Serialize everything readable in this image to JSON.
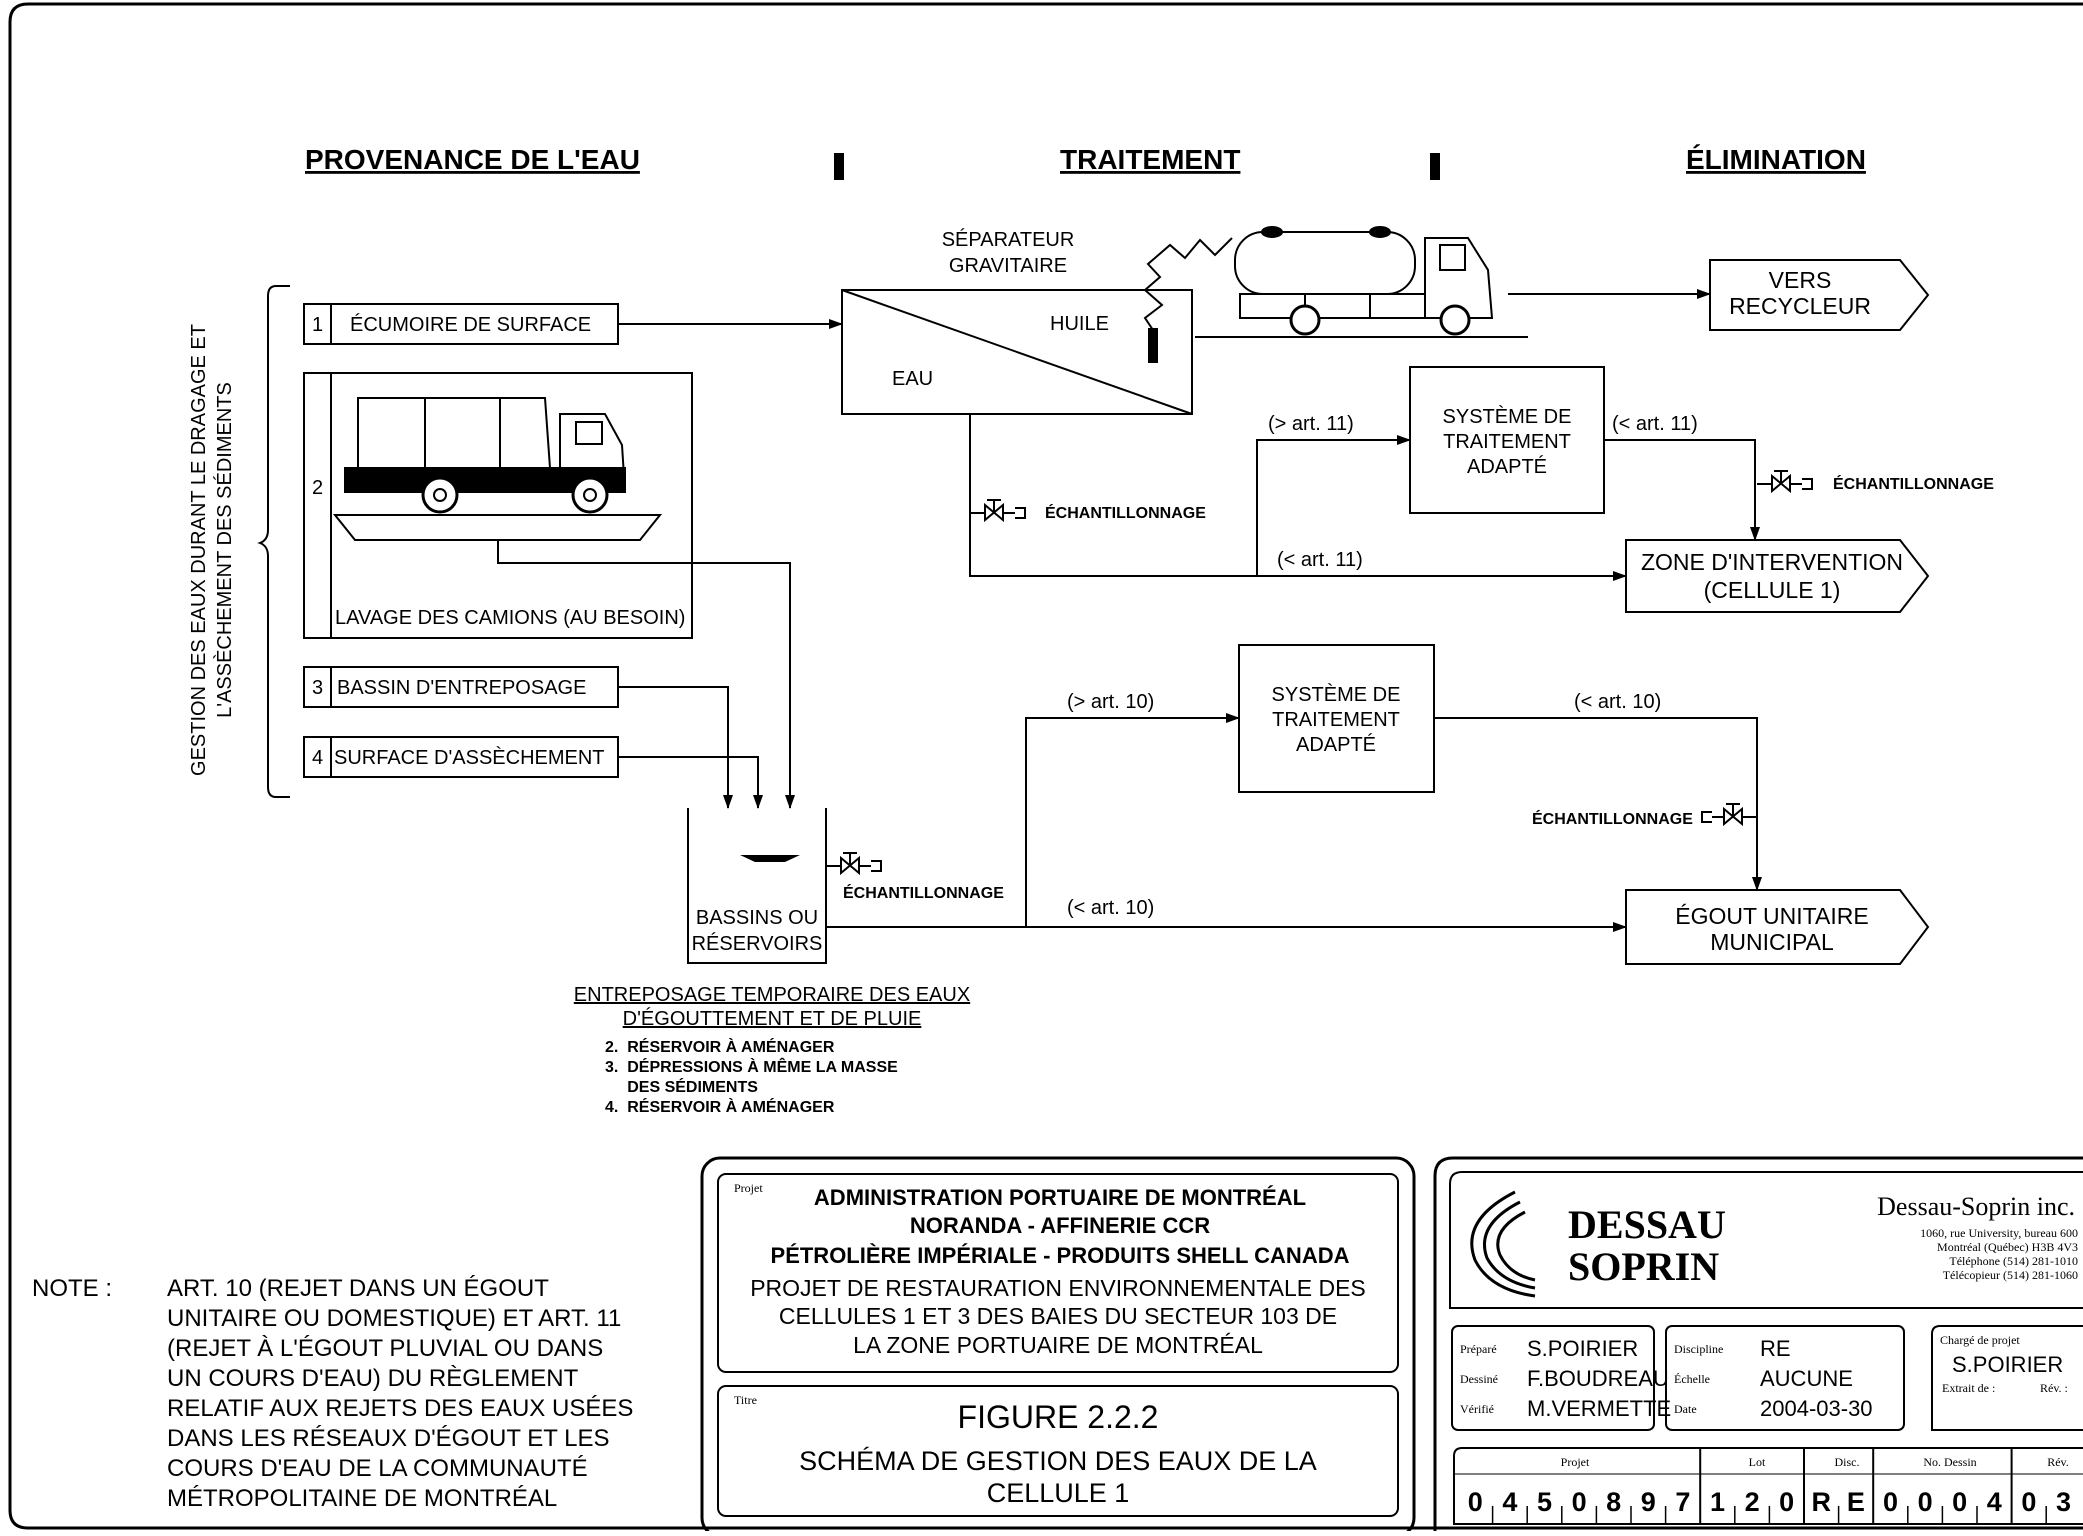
{
  "headers": {
    "source": "PROVENANCE DE L'EAU",
    "treatment": "TRAITEMENT",
    "disposal": "ÉLIMINATION"
  },
  "side_label": {
    "line1": "GESTION DES EAUX DURANT LE DRAGAGE ET",
    "line2": "L'ASSÈCHEMENT DES SÉDIMENTS"
  },
  "sources": [
    {
      "num": "1",
      "label": "ÉCUMOIRE DE SURFACE"
    },
    {
      "num": "2",
      "label": "LAVAGE DES CAMIONS (AU BESOIN)"
    },
    {
      "num": "3",
      "label": "BASSIN D'ENTREPOSAGE"
    },
    {
      "num": "4",
      "label": "SURFACE D'ASSÈCHEMENT"
    }
  ],
  "separator": {
    "title1": "SÉPARATEUR",
    "title2": "GRAVITAIRE",
    "oil": "HUILE",
    "water": "EAU"
  },
  "treatment_box": {
    "line1": "SYSTÈME DE",
    "line2": "TRAITEMENT",
    "line3": "ADAPTÉ"
  },
  "flow_labels": {
    "gt11": "(> art. 11)",
    "lt11": "(< art. 11)",
    "gt10": "(> art. 10)",
    "lt10": "(< art. 10)"
  },
  "sampling": "ÉCHANTILLONNAGE",
  "destinations": {
    "recycler1": "VERS",
    "recycler2": "RECYCLEUR",
    "zone1": "ZONE D'INTERVENTION",
    "zone2": "(CELLULE 1)",
    "sewer1": "ÉGOUT UNITAIRE",
    "sewer2": "MUNICIPAL"
  },
  "basin": {
    "line1": "BASSINS OU",
    "line2": "RÉSERVOIRS"
  },
  "storage": {
    "title1": "ENTREPOSAGE TEMPORAIRE DES EAUX",
    "title2": "D'ÉGOUTTEMENT ET DE PLUIE",
    "items": [
      "2.  RÉSERVOIR À AMÉNAGER",
      "3.  DÉPRESSIONS À MÊME LA MASSE",
      "     DES SÉDIMENTS",
      "4.  RÉSERVOIR À AMÉNAGER"
    ]
  },
  "note": {
    "label": "NOTE :",
    "lines": [
      "ART. 10 (REJET DANS UN ÉGOUT",
      "UNITAIRE OU DOMESTIQUE) ET ART. 11",
      "(REJET À L'ÉGOUT PLUVIAL OU DANS",
      "UN COURS D'EAU) DU RÈGLEMENT",
      "RELATIF AUX REJETS DES EAUX USÉES",
      "DANS LES RÉSEAUX D'ÉGOUT ET LES",
      "COURS D'EAU DE LA COMMUNAUTÉ",
      "MÉTROPOLITAINE DE MONTRÉAL"
    ]
  },
  "title_block": {
    "project_tag": "Projet",
    "client1": "ADMINISTRATION PORTUAIRE DE MONTRÉAL",
    "client2": "NORANDA - AFFINERIE CCR",
    "client3": "PÉTROLIÈRE IMPÉRIALE - PRODUITS SHELL CANADA",
    "project1": "PROJET DE RESTAURATION ENVIRONNEMENTALE DES",
    "project2": "CELLULES 1 ET 3 DES BAIES DU SECTEUR 103 DE",
    "project3": "LA ZONE PORTUAIRE DE MONTRÉAL",
    "title_tag": "Titre",
    "figure": "FIGURE 2.2.2",
    "caption1": "SCHÉMA DE GESTION DES EAUX DE LA",
    "caption2": "CELLULE 1"
  },
  "company": {
    "logo1": "DESSAU",
    "logo2": "SOPRIN",
    "name": "Dessau-Soprin inc.",
    "addr": [
      "1060, rue University, bureau 600",
      "Montréal (Québec) H3B 4V3",
      "Téléphone (514) 281-1010",
      "Télécopieur (514) 281-1060"
    ],
    "prepared_k": "Préparé",
    "prepared_v": "S.POIRIER",
    "drawn_k": "Dessiné",
    "drawn_v": "F.BOUDREAU",
    "checked_k": "Vérifié",
    "checked_v": "M.VERMETTE",
    "disc_k": "Discipline",
    "disc_v": "RE",
    "scale_k": "Échelle",
    "scale_v": "AUCUNE",
    "date_k": "Date",
    "date_v": "2004-03-30",
    "pm_k": "Chargé de projet",
    "pm_v": "S.POIRIER",
    "extract_k": "Extrait de :",
    "rev_k": "Rév. :",
    "col_projet": "Projet",
    "col_lot": "Lot",
    "col_disc": "Disc.",
    "col_no": "No. Dessin",
    "col_rev": "Rév.",
    "digits": [
      "0",
      "4",
      "5",
      "0",
      "8",
      "9",
      "7",
      "1",
      "2",
      "0",
      "R",
      "E",
      "0",
      "0",
      "0",
      "4",
      "0",
      "3"
    ]
  }
}
